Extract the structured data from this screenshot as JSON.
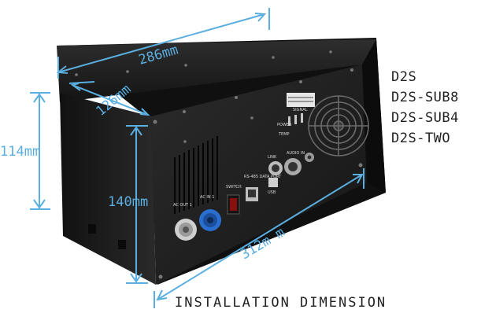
{
  "dimensions": {
    "width_top": "286mm",
    "depth": "126mm",
    "height_left": "114mm",
    "height_front": "140mm",
    "width_bottom": "312m m"
  },
  "models": [
    "D2S",
    "D2S-SUB8",
    "D2S-SUB4",
    "D2S-TWO"
  ],
  "caption": "INSTALLATION DIMENSION",
  "panel_labels": {
    "ac_out": "AC OUT 1",
    "ac_in": "AC IN 1",
    "switch": "SWITCH",
    "rs485": "RS-485 DATA PORT",
    "usb": "USB",
    "link": "LINK",
    "audio_in": "AUDIO IN",
    "power": "POWER",
    "temp": "TEMP",
    "signal": "SIGNAL"
  },
  "colors": {
    "dimension": "#5aaee0",
    "chassis": "#1c1c1c",
    "panel": "#262626"
  }
}
